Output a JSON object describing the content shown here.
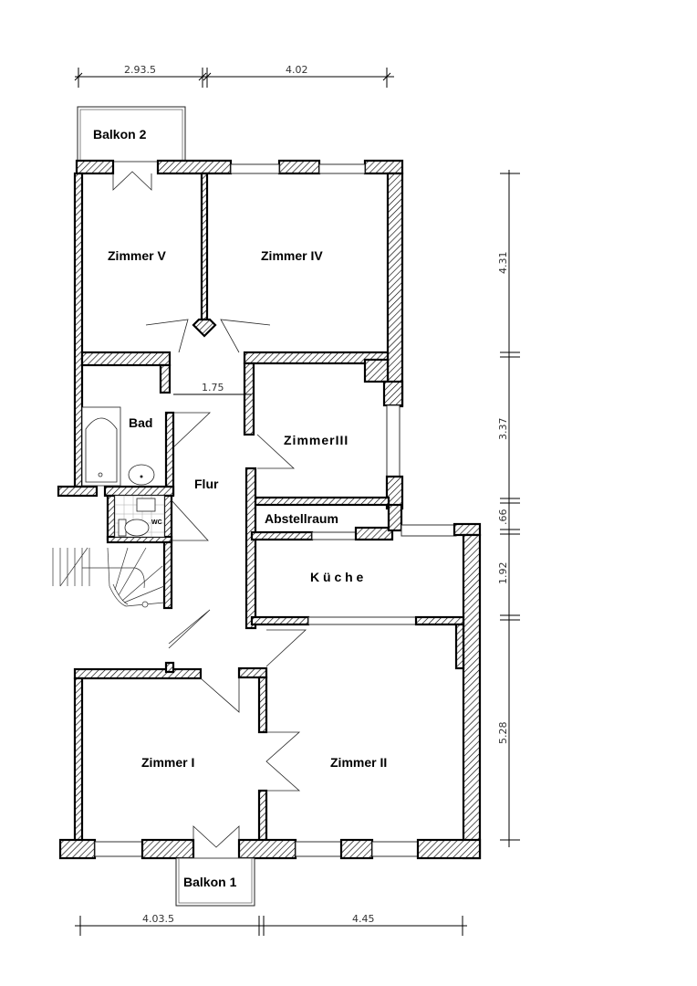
{
  "plan": {
    "rooms": [
      {
        "id": "balkon-2",
        "label": "Balkon 2"
      },
      {
        "id": "zimmer-5",
        "label": "Zimmer V"
      },
      {
        "id": "zimmer-4",
        "label": "Zimmer IV"
      },
      {
        "id": "bad",
        "label": "Bad"
      },
      {
        "id": "flur",
        "label": "Flur"
      },
      {
        "id": "zimmer-3",
        "label": "ZimmerIII"
      },
      {
        "id": "abstellraum",
        "label": "Abstellraum"
      },
      {
        "id": "kueche",
        "label": "K ü c h e"
      },
      {
        "id": "zimmer-1",
        "label": "Zimmer I"
      },
      {
        "id": "zimmer-2",
        "label": "Zimmer II"
      },
      {
        "id": "balkon-1",
        "label": "Balkon 1"
      }
    ],
    "wc_label": "WC",
    "dimensions": {
      "top": [
        "2.93.5",
        "4.02"
      ],
      "bottom": [
        "4.03.5",
        "4.45"
      ],
      "right": [
        "4.31",
        "3.37",
        ".66",
        "1.92",
        "5.28"
      ],
      "hall_width": "1.75"
    }
  }
}
